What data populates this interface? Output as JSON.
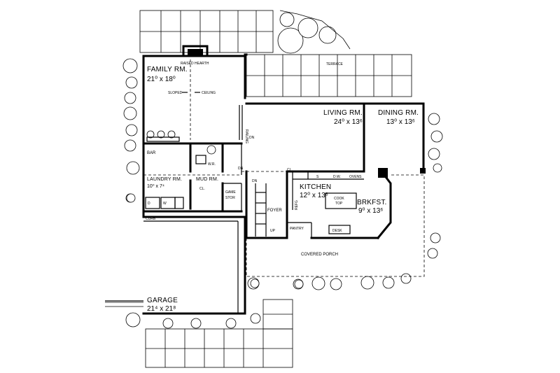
{
  "rooms": {
    "family": {
      "name": "FAMILY RM.",
      "dim": "21⁰ x 18⁰"
    },
    "living": {
      "name": "LIVING RM.",
      "dim": "24⁰ x 13⁶"
    },
    "dining": {
      "name": "DINING RM.",
      "dim": "13⁰ x 13⁶"
    },
    "kitchen": {
      "name": "KITCHEN",
      "dim": "12⁰ x 13⁶"
    },
    "brkfst": {
      "name": "BRKFST.",
      "dim": "9⁰ x 13⁶"
    },
    "laundry": {
      "name": "LAUNDRY RM.",
      "dim": "10⁰ x 7⁴"
    },
    "mud": {
      "name": "MUD RM."
    },
    "garage": {
      "name": "GARAGE",
      "dim": "21⁴ x 21⁸"
    }
  },
  "labels": {
    "raised_hearth": "RAISED HEARTH",
    "terrace": "TERRACE",
    "sloped": "SLOPED",
    "ceiling": "CEILING",
    "railing": "RAILING",
    "dn": "DN",
    "bar": "BAR",
    "wr": "W.R.",
    "game_stor_1": "GAME",
    "game_stor_2": "STOR",
    "foyer": "FOYER",
    "pantry": "PANTRY",
    "covered_porch": "COVERED PORCH",
    "cook_top_1": "COOK",
    "cook_top_2": "TOP",
    "ovens": "OVENS",
    "dw": "D.W.",
    "s": "S",
    "cl_1": "CL.",
    "cl_2": "CL.",
    "refg": "REFG",
    "desk": "DESK",
    "up": "UP",
    "curb": "CURB",
    "d": "D",
    "w": "W",
    "up_dn": "UP",
    "on_1": "DN",
    "on_2": "DN"
  }
}
